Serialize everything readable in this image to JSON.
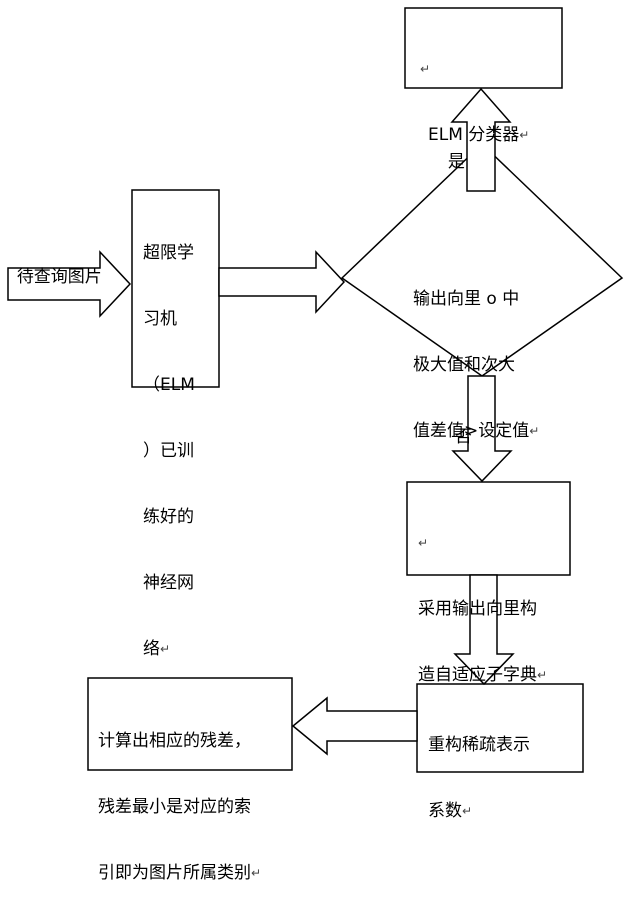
{
  "colors": {
    "stroke": "#000000",
    "fill": "#ffffff",
    "text": "#000000"
  },
  "input_label": "待查询图片",
  "elm_network": {
    "lines": [
      "超限学",
      "习机",
      "（ELM",
      "）已训",
      "练好的",
      "神经网",
      "络"
    ]
  },
  "decision": {
    "lines": [
      "输出向里 o 中",
      "极大值和次大",
      "值差值>设定值"
    ]
  },
  "yes_label": "是",
  "no_label": "否",
  "elm_classifier": {
    "label": "ELM 分类器"
  },
  "adaptive_dictionary": {
    "lines": [
      "采用输出向里构",
      "造自适应子字典"
    ]
  },
  "sparse_coefficients": {
    "lines": [
      "重构稀疏表示",
      "系数"
    ]
  },
  "residual_result": {
    "lines": [
      "计算出相应的残差，",
      "残差最小是对应的索",
      "引即为图片所属类别"
    ]
  },
  "paragraph_mark": "↵"
}
